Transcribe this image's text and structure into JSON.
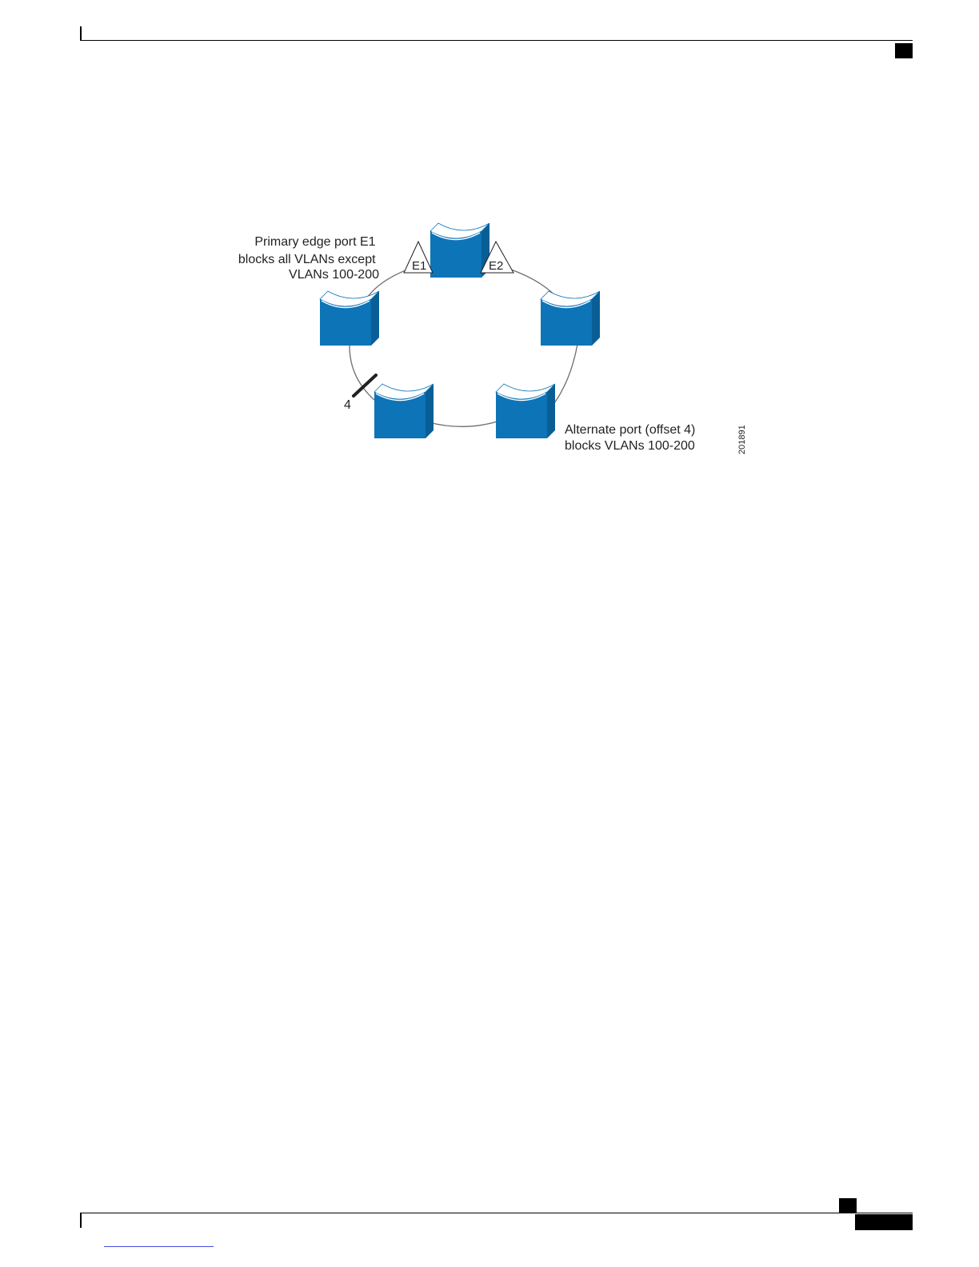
{
  "diagram": {
    "primary_edge_label": [
      "Primary edge port E1",
      "blocks all VLANs except",
      "VLANs 100-200"
    ],
    "alternate_port_label": [
      "Alternate port (offset 4)",
      "blocks VLANs 100-200"
    ],
    "edge_port_1": "E1",
    "edge_port_2": "E2",
    "offset_label": "4",
    "figure_id": "201891",
    "colors": {
      "switch_face": "#0d74b8",
      "switch_side": "#0a5e96",
      "switch_top": "#ffffff",
      "ring_line": "#6d6e71",
      "text": "#231f20"
    },
    "icons": [
      "switch-icon",
      "edge-port-triangle-icon",
      "blocked-port-marker-icon"
    ]
  }
}
